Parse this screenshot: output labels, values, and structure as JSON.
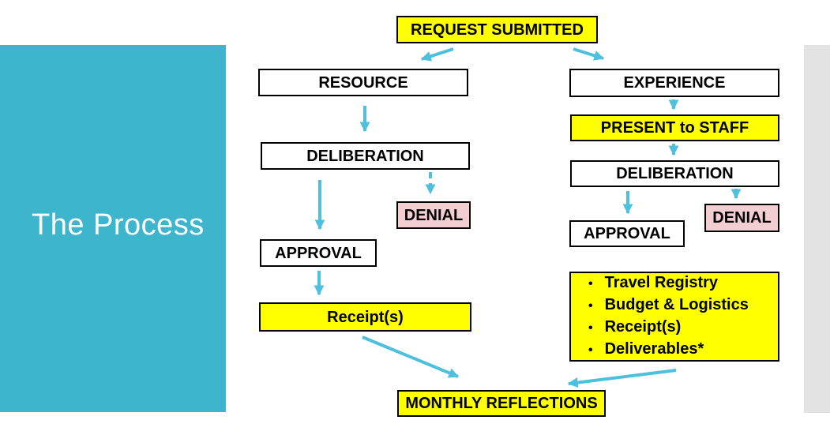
{
  "slide": {
    "title": "The Process"
  },
  "colors": {
    "panel_teal": "#3DB5CC",
    "strip_gray": "#E3E3E3",
    "node_yellow": "#FFFF00",
    "node_pink": "#F2CDD2",
    "node_white": "#FFFFFF",
    "arrow_cyan": "#4CC0DC",
    "border_black": "#000000"
  },
  "flowchart": {
    "start": {
      "label": "REQUEST SUBMITTED"
    },
    "left_branch": {
      "resource": "RESOURCE",
      "deliberation": "DELIBERATION",
      "denial": "DENIAL",
      "approval": "APPROVAL",
      "receipts": "Receipt(s)"
    },
    "right_branch": {
      "experience": "EXPERIENCE",
      "present_to_staff": "PRESENT to STAFF",
      "deliberation": "DELIBERATION",
      "denial": "DENIAL",
      "approval": "APPROVAL",
      "deliverables": [
        "Travel Registry",
        "Budget & Logistics",
        "Receipt(s)",
        "Deliverables*"
      ]
    },
    "end": {
      "label": "MONTHLY REFLECTIONS"
    }
  }
}
